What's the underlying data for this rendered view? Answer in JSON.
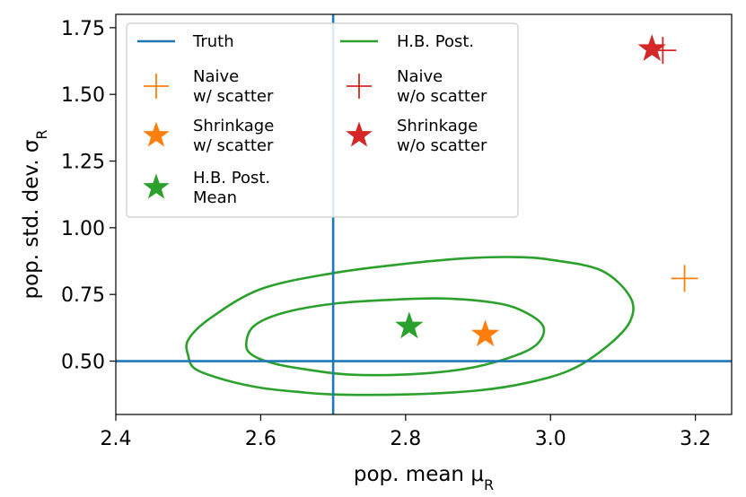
{
  "chart_data": {
    "type": "scatter",
    "xlabel": "pop. mean μ",
    "xlabel_sub": "R",
    "ylabel": "pop. std. dev. σ",
    "ylabel_sub": "R",
    "xlim": [
      2.4,
      3.25
    ],
    "ylim": [
      0.3,
      1.8
    ],
    "xticks": [
      2.4,
      2.6,
      2.8,
      3.0,
      3.2
    ],
    "xtick_labels": [
      "2.4",
      "2.6",
      "2.8",
      "3.0",
      "3.2"
    ],
    "yticks": [
      0.5,
      0.75,
      1.0,
      1.25,
      1.5,
      1.75
    ],
    "ytick_labels": [
      "0.50",
      "0.75",
      "1.00",
      "1.25",
      "1.50",
      "1.75"
    ],
    "grid": false,
    "legend_position": "top-left",
    "colors": {
      "blue": "#1f77b4",
      "orange": "#ff7f0e",
      "green": "#2ca02c",
      "red": "#d62728"
    },
    "truth": {
      "label": "Truth",
      "mu": 2.7,
      "sigma": 0.5
    },
    "contours": {
      "label": "H.B. Post.",
      "outer": [
        [
          2.5,
          0.52
        ],
        [
          2.51,
          0.47
        ],
        [
          2.55,
          0.43
        ],
        [
          2.6,
          0.4
        ],
        [
          2.65,
          0.385
        ],
        [
          2.7,
          0.375
        ],
        [
          2.8,
          0.375
        ],
        [
          2.9,
          0.39
        ],
        [
          2.97,
          0.42
        ],
        [
          3.03,
          0.47
        ],
        [
          3.08,
          0.56
        ],
        [
          3.11,
          0.65
        ],
        [
          3.11,
          0.74
        ],
        [
          3.07,
          0.84
        ],
        [
          3.0,
          0.88
        ],
        [
          2.95,
          0.89
        ],
        [
          2.88,
          0.885
        ],
        [
          2.8,
          0.865
        ],
        [
          2.7,
          0.83
        ],
        [
          2.6,
          0.77
        ],
        [
          2.53,
          0.66
        ],
        [
          2.5,
          0.58
        ]
      ],
      "inner": [
        [
          2.58,
          0.56
        ],
        [
          2.59,
          0.52
        ],
        [
          2.62,
          0.49
        ],
        [
          2.66,
          0.47
        ],
        [
          2.72,
          0.45
        ],
        [
          2.8,
          0.45
        ],
        [
          2.88,
          0.47
        ],
        [
          2.94,
          0.51
        ],
        [
          2.98,
          0.56
        ],
        [
          2.99,
          0.63
        ],
        [
          2.96,
          0.69
        ],
        [
          2.92,
          0.72
        ],
        [
          2.85,
          0.735
        ],
        [
          2.78,
          0.73
        ],
        [
          2.7,
          0.715
        ],
        [
          2.63,
          0.68
        ],
        [
          2.59,
          0.63
        ]
      ]
    },
    "points": [
      {
        "name": "naive-w-scatter",
        "label": [
          "Naive",
          "w/ scatter"
        ],
        "marker": "plus",
        "color": "orange",
        "mu": 3.185,
        "sigma": 0.81
      },
      {
        "name": "naive-wo-scatter",
        "label": [
          "Naive",
          "w/o scatter"
        ],
        "marker": "plus",
        "color": "red",
        "mu": 3.155,
        "sigma": 1.665
      },
      {
        "name": "shrinkage-w-scatter",
        "label": [
          "Shrinkage",
          "w/ scatter"
        ],
        "marker": "star",
        "color": "orange",
        "mu": 2.91,
        "sigma": 0.6
      },
      {
        "name": "shrinkage-wo-scatter",
        "label": [
          "Shrinkage",
          "w/o scatter"
        ],
        "marker": "star",
        "color": "red",
        "mu": 3.14,
        "sigma": 1.67
      },
      {
        "name": "hb-post-mean",
        "label": [
          "H.B. Post.",
          "Mean"
        ],
        "marker": "star",
        "color": "green",
        "mu": 2.805,
        "sigma": 0.63
      }
    ],
    "legend": {
      "col1": [
        {
          "kind": "line",
          "color": "blue",
          "lines": [
            "Truth"
          ]
        },
        {
          "kind": "plus",
          "color": "orange",
          "lines": [
            "Naive",
            "w/ scatter"
          ]
        },
        {
          "kind": "star",
          "color": "orange",
          "lines": [
            "Shrinkage",
            "w/ scatter"
          ]
        },
        {
          "kind": "star",
          "color": "green",
          "lines": [
            "H.B. Post.",
            "Mean"
          ]
        }
      ],
      "col2": [
        {
          "kind": "line",
          "color": "green",
          "lines": [
            "H.B. Post."
          ]
        },
        {
          "kind": "plus",
          "color": "red",
          "lines": [
            "Naive",
            "w/o scatter"
          ]
        },
        {
          "kind": "star",
          "color": "red",
          "lines": [
            "Shrinkage",
            "w/o scatter"
          ]
        }
      ]
    }
  }
}
